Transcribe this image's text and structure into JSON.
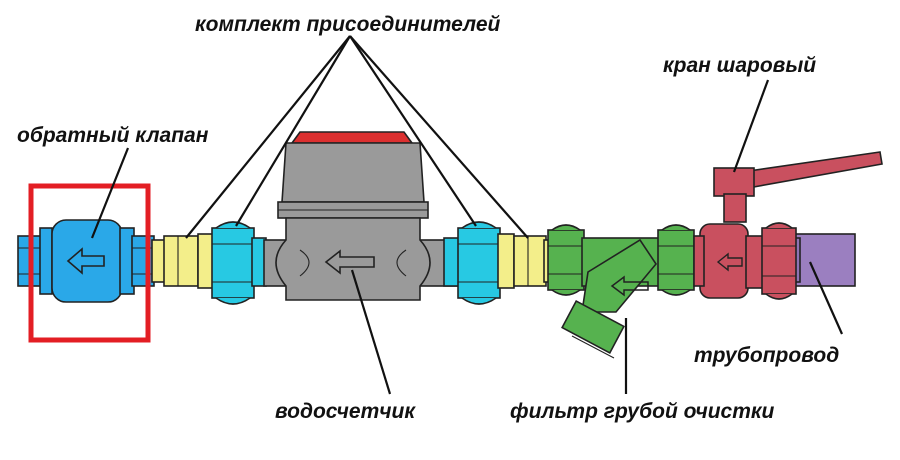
{
  "labels": {
    "connectors": "комплект присоединителей",
    "check_valve": "обратный клапан",
    "ball_valve": "кран шаровый",
    "water_meter": "водосчетчик",
    "filter": "фильтр грубой очистки",
    "pipeline": "трубопровод"
  },
  "colors": {
    "check_valve": "#2aa8e8",
    "nut": "#27c9e3",
    "nipple": "#f3ee8a",
    "meter_body": "#9a9a9a",
    "meter_top": "#dc2f2f",
    "filter": "#56b24f",
    "ball_valve": "#c9505f",
    "pipe": "#9b7fc0",
    "highlight_frame": "#e31e24"
  },
  "icons": {
    "flow_arrow": "arrow-left-icon"
  }
}
